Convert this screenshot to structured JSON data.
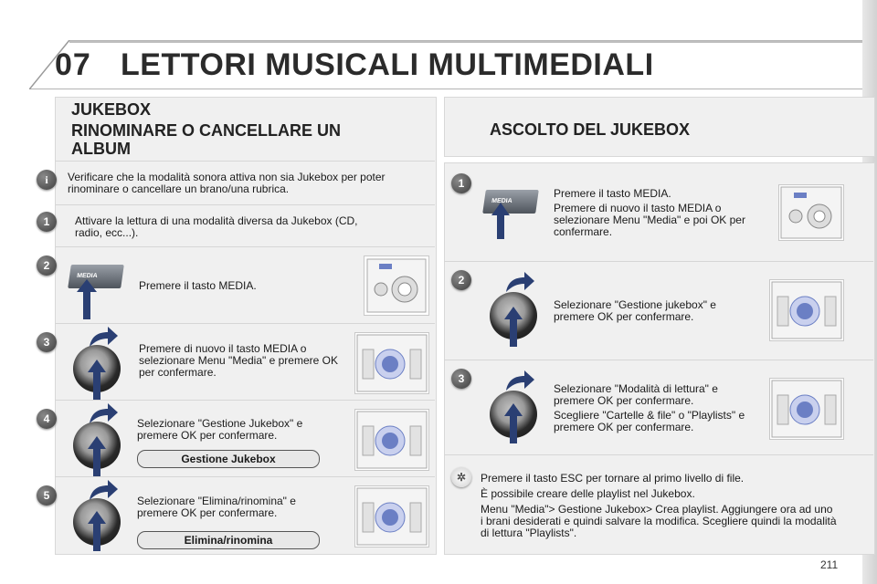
{
  "header": {
    "chapter": "07",
    "title": "LETTORI MUSICALI MULTIMEDIALI"
  },
  "left": {
    "heading1": "JUKEBOX",
    "heading2": "RINOMINARE O CANCELLARE UN ALBUM",
    "info": "Verificare che la modalità sonora attiva non sia Jukebox per poter rinominare o cancellare un brano/una rubrica.",
    "steps": [
      {
        "num": "1",
        "text": "Attivare la lettura di una modalità diversa da Jukebox (CD, radio, ecc...)."
      },
      {
        "num": "2",
        "text": "Premere il tasto MEDIA."
      },
      {
        "num": "3",
        "text": "Premere di nuovo il tasto MEDIA o selezionare Menu \"Media\" e premere OK per confermare."
      },
      {
        "num": "4",
        "text": "Selezionare \"Gestione Jukebox\" e premere OK per confermare.",
        "pill": "Gestione Jukebox"
      },
      {
        "num": "5",
        "text": "Selezionare \"Elimina/rinomina\" e premere OK per confermare.",
        "pill": "Elimina/rinomina"
      }
    ]
  },
  "right": {
    "heading": "ASCOLTO DEL JUKEBOX",
    "steps": [
      {
        "num": "1",
        "text1": "Premere il tasto MEDIA.",
        "text2": "Premere di nuovo il tasto MEDIA o selezionare Menu \"Media\" e poi OK per confermare."
      },
      {
        "num": "2",
        "text1": "Selezionare \"Gestione jukebox\" e premere OK per confermare."
      },
      {
        "num": "3",
        "text1": "Selezionare \"Modalità di lettura\" e premere OK per confermare.",
        "text2": "Scegliere \"Cartelle & file\" o \"Playlists\" e premere OK per confermare."
      }
    ],
    "tips": [
      "Premere il tasto ESC per tornare al primo livello di file.",
      "È possibile creare delle playlist nel Jukebox.",
      "Menu \"Media\"> Gestione Jukebox> Crea playlist. Aggiungere ora ad uno i brani desiderati e quindi salvare la modifica. Scegliere quindi la modalità di lettura \"Playlists\"."
    ]
  },
  "media_label": "MEDIA",
  "page_number": "211",
  "colors": {
    "accent": "#3d5a8a",
    "arrow": "#2a3f73",
    "knob_center": "#6b7fc4"
  }
}
